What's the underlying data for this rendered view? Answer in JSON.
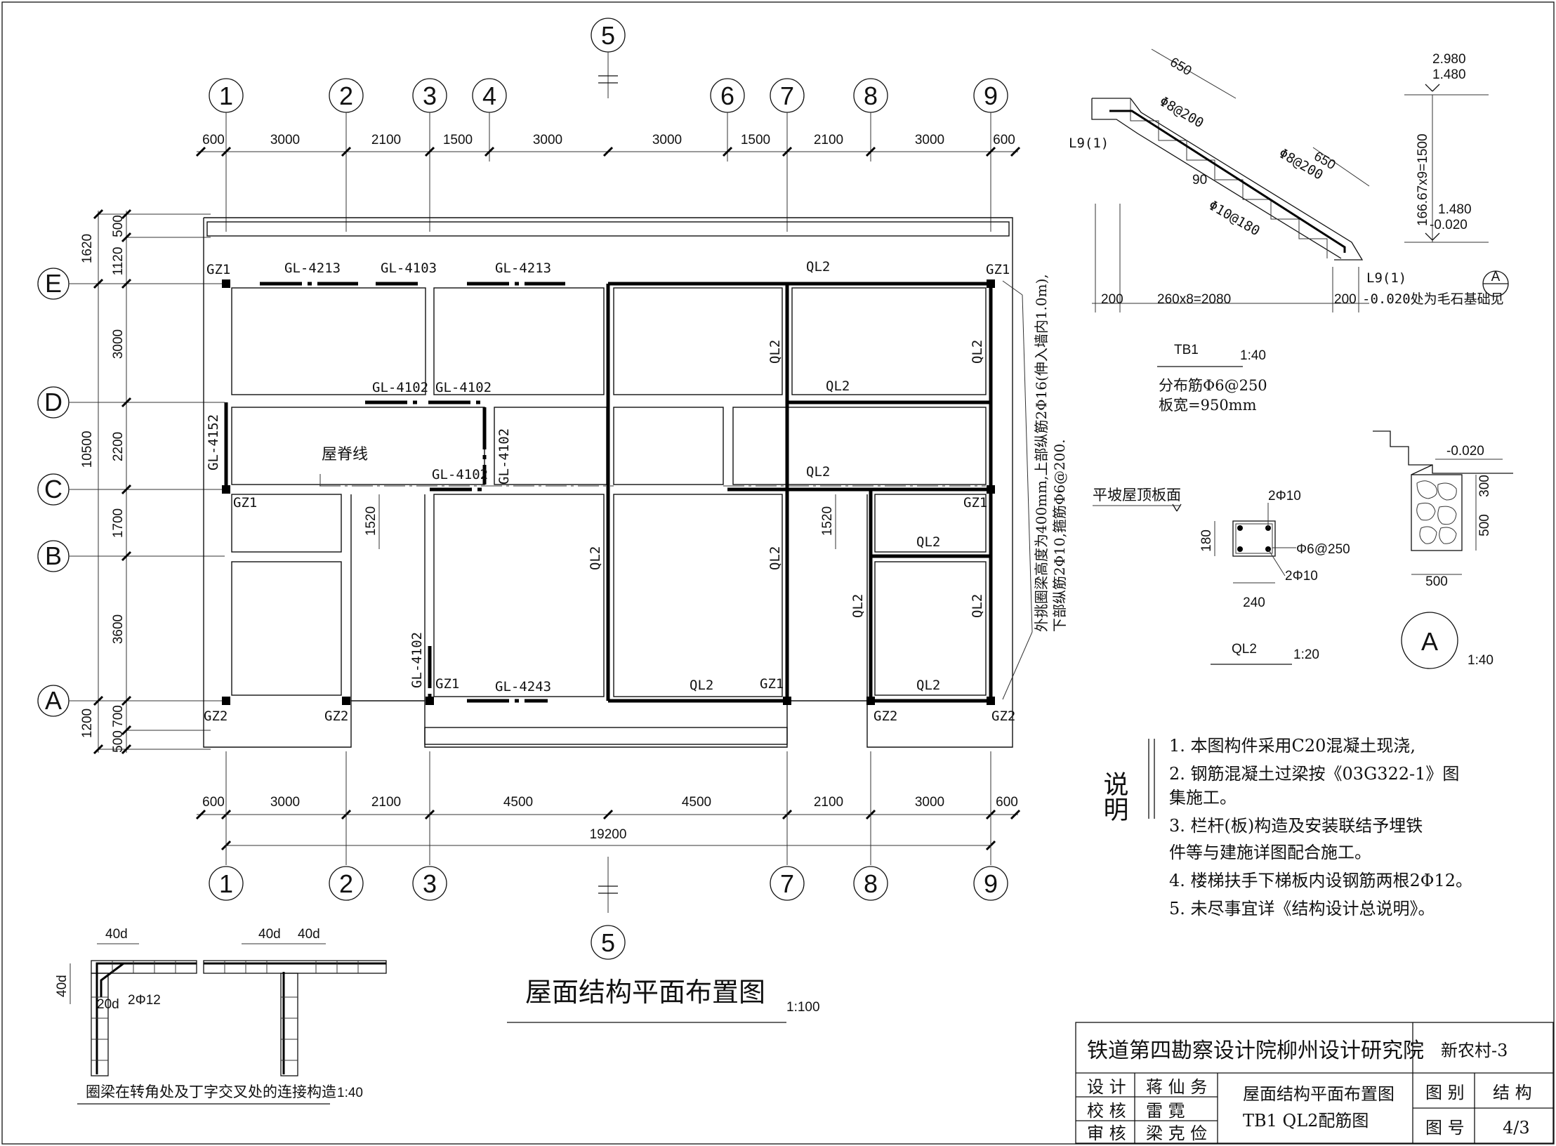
{
  "plan": {
    "title": "屋面结构平面布置图",
    "scale": "1:100",
    "axes_top": [
      "1",
      "2",
      "3",
      "4",
      "5",
      "6",
      "7",
      "8",
      "9"
    ],
    "axes_bottom": [
      "1",
      "2",
      "3",
      "5",
      "7",
      "8",
      "9"
    ],
    "axes_left": [
      "E",
      "D",
      "C",
      "B",
      "A"
    ],
    "top_dims": [
      "600",
      "3000",
      "2100",
      "1500",
      "3000",
      "3000",
      "1500",
      "2100",
      "3000",
      "600"
    ],
    "bottom_dims": [
      "600",
      "3000",
      "2100",
      "4500",
      "4500",
      "2100",
      "3000",
      "600"
    ],
    "overall": "19200",
    "left_dims_outer": [
      "1620",
      "10500",
      "1200"
    ],
    "left_dims_inner": [
      "500",
      "1120",
      "3000",
      "2200",
      "1700",
      "3600",
      "700",
      "500"
    ],
    "inner_dims": [
      "1520",
      "1520"
    ],
    "ridge_label": "屋脊线",
    "side_note_1": "外挑圈梁高度为400mm,上部纵筋2Φ16(伸入墙内1.0m),",
    "side_note_2": "下部纵筋2Φ10,箍筋Φ6@200.",
    "labels": {
      "gz1": "GZ1",
      "gz2": "GZ2",
      "ql2": "QL2",
      "gl4213": "GL-4213",
      "gl4103": "GL-4103",
      "gl4102": "GL-4102",
      "gl4152": "GL-4152",
      "gl4243": "GL-4243"
    }
  },
  "tb1": {
    "title": "TB1",
    "scale": "1:40",
    "note1": "分布筋Φ6@250",
    "note2": "板宽=950mm",
    "dims": [
      "650",
      "650",
      "200",
      "260x8=2080",
      "200",
      "90",
      "166.67x9=1500"
    ],
    "bars": [
      "Φ8@200",
      "Φ8@200",
      "Φ10@180"
    ],
    "beam_labels": [
      "L9(1)",
      "L9(1)"
    ],
    "elev": [
      "2.980",
      "1.480",
      "1.480",
      "-0.020"
    ],
    "base_note": "-0.020处为毛石基础见",
    "ref": "A"
  },
  "ql2": {
    "title": "QL2",
    "scale": "1:20",
    "roof_label": "平坡屋顶板面",
    "top_bar": "2Φ10",
    "bottom_bar": "2Φ10",
    "stirrup": "Φ6@250",
    "height": "180",
    "width": "240"
  },
  "detail_a": {
    "id": "A",
    "scale": "1:40",
    "elev": "-0.020",
    "dims": [
      "300",
      "500",
      "500"
    ]
  },
  "corner": {
    "title": "圈梁在转角处及丁字交叉处的连接构造",
    "scale": "1:40",
    "labels": [
      "40d",
      "40d",
      "40d",
      "40d",
      "2Φ12",
      "20d"
    ]
  },
  "notes": {
    "heading": "说明",
    "items": [
      "1. 本图构件采用C20混凝土现浇,",
      "2. 钢筋混凝土过梁按《03G322-1》图",
      "   集施工。",
      "3. 栏杆(板)构造及安装联结予埋铁",
      "   件等与建施详图配合施工。",
      "4. 楼梯扶手下梯板内设钢筋两根2Φ12。",
      "5. 未尽事宜详《结构设计总说明》。"
    ]
  },
  "title_block": {
    "institute": "铁道第四勘察设计院柳州设计研究院",
    "project": "新农村-3",
    "role_design": "设 计",
    "name_design": "蒋 仙 务",
    "role_check": "校 核",
    "name_check": "雷 霓",
    "role_review": "审 核",
    "name_review": "梁 克 俭",
    "drawing_title_1": "屋面结构平面布置图",
    "drawing_title_2": "TB1 QL2配筋图",
    "cat_label": "图 别",
    "cat_value": "结 构",
    "num_label": "图 号",
    "num_value": "4/3"
  }
}
